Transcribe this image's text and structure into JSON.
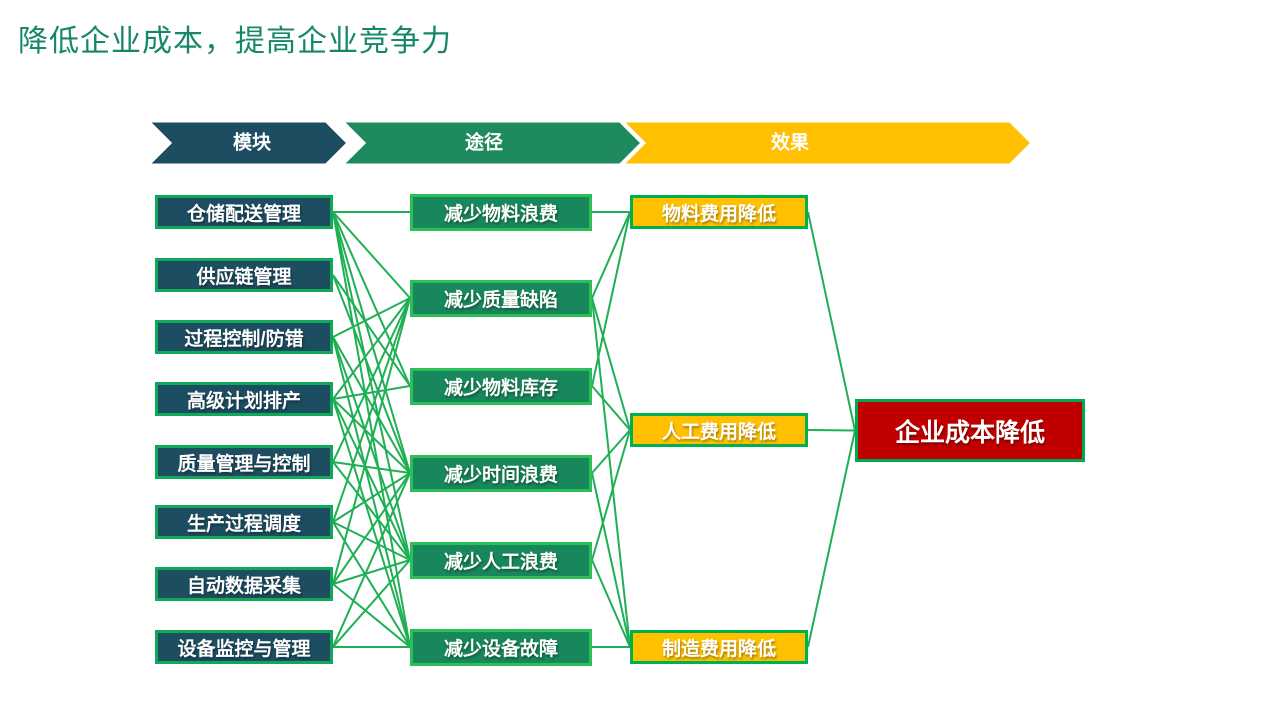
{
  "title": {
    "text": "降低企业成本，提高企业竞争力",
    "color": "#17876A"
  },
  "header": {
    "stages": [
      {
        "label": "模块",
        "color": "#1D4D61"
      },
      {
        "label": "途径",
        "color": "#1E8A5E"
      },
      {
        "label": "效果",
        "color": "#FFC000"
      }
    ]
  },
  "modules": {
    "fill": "#1D4D61",
    "border": "#0FA958",
    "items": [
      "仓储配送管理",
      "供应链管理",
      "过程控制/防错",
      "高级计划排产",
      "质量管理与控制",
      "生产过程调度",
      "自动数据采集",
      "设备监控与管理"
    ]
  },
  "paths": {
    "fill": "#18875B",
    "border": "#2CBE57",
    "items": [
      "减少物料浪费",
      "减少质量缺陷",
      "减少物料库存",
      "减少时间浪费",
      "减少人工浪费",
      "减少设备故障"
    ]
  },
  "effects": {
    "fill": "#FFC000",
    "border": "#00B050",
    "items": [
      "物料费用降低",
      "人工费用降低",
      "制造费用降低"
    ]
  },
  "result": {
    "label": "企业成本降低",
    "fill": "#C00000",
    "border": "#00A94F"
  },
  "line_color": "#1FAF54",
  "connections": {
    "module_to_path": [
      [
        0,
        0
      ],
      [
        0,
        1
      ],
      [
        0,
        2
      ],
      [
        0,
        3
      ],
      [
        0,
        4
      ],
      [
        0,
        5
      ],
      [
        1,
        2
      ],
      [
        1,
        3
      ],
      [
        2,
        1
      ],
      [
        2,
        3
      ],
      [
        2,
        4
      ],
      [
        2,
        5
      ],
      [
        3,
        1
      ],
      [
        3,
        2
      ],
      [
        3,
        3
      ],
      [
        3,
        4
      ],
      [
        3,
        5
      ],
      [
        4,
        1
      ],
      [
        4,
        3
      ],
      [
        4,
        4
      ],
      [
        5,
        1
      ],
      [
        5,
        3
      ],
      [
        5,
        4
      ],
      [
        5,
        5
      ],
      [
        6,
        1
      ],
      [
        6,
        3
      ],
      [
        6,
        4
      ],
      [
        6,
        5
      ],
      [
        7,
        3
      ],
      [
        7,
        4
      ],
      [
        7,
        5
      ]
    ],
    "path_to_effect": [
      [
        0,
        0
      ],
      [
        1,
        0
      ],
      [
        1,
        1
      ],
      [
        1,
        2
      ],
      [
        2,
        0
      ],
      [
        2,
        1
      ],
      [
        3,
        1
      ],
      [
        3,
        2
      ],
      [
        4,
        1
      ],
      [
        4,
        2
      ],
      [
        5,
        2
      ]
    ],
    "effect_to_result": [
      0,
      1,
      2
    ]
  }
}
